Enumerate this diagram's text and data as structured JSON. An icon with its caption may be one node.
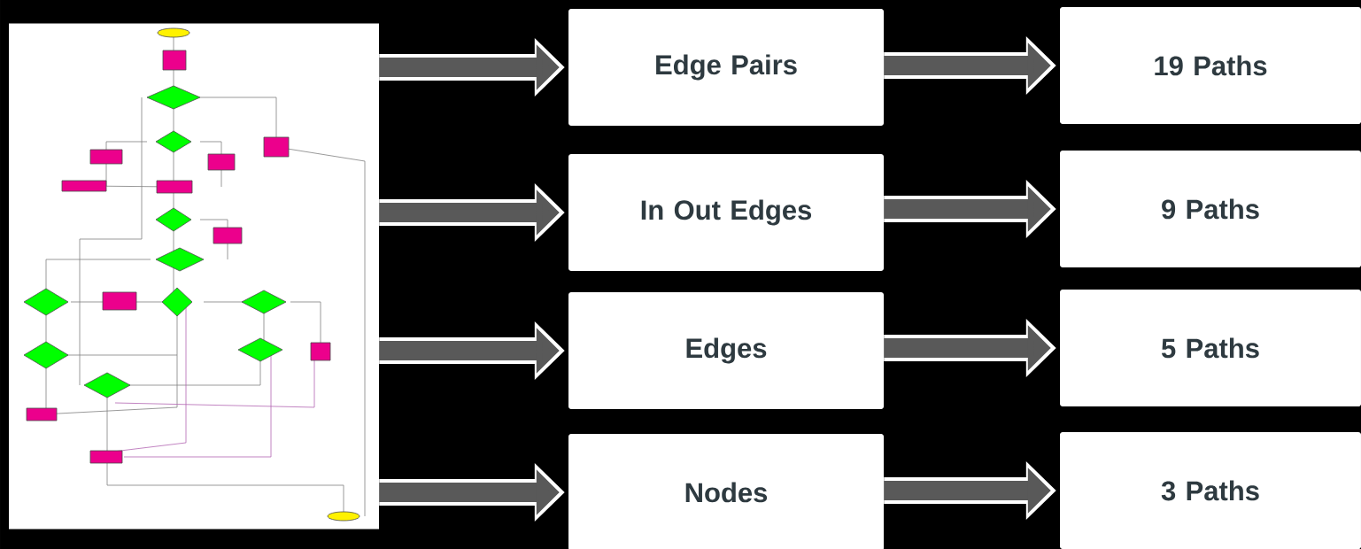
{
  "diagram": {
    "nodes": [
      {
        "text": [],
        "shape": "picture"
      },
      {
        "text": [
          "Edge Pairs"
        ]
      },
      {
        "text": [
          "In Out Edges"
        ]
      },
      {
        "text": [
          "Edges"
        ]
      },
      {
        "text": [
          "Nodes"
        ]
      },
      {
        "text": [
          "19 Paths"
        ]
      },
      {
        "text": [
          "9 Paths"
        ]
      },
      {
        "text": [
          "5 Paths"
        ]
      },
      {
        "text": [
          "3 Paths"
        ]
      }
    ],
    "edges": [
      {
        "from": 0,
        "to": 1,
        "arrow": "to"
      },
      {
        "from": 0,
        "to": 2,
        "arrow": "to"
      },
      {
        "from": 0,
        "to": 3,
        "arrow": "to"
      },
      {
        "from": 0,
        "to": 4,
        "arrow": "to"
      },
      {
        "from": 1,
        "to": 5,
        "arrow": "to"
      },
      {
        "from": 2,
        "to": 6,
        "arrow": "to"
      },
      {
        "from": 3,
        "to": 7,
        "arrow": "to"
      },
      {
        "from": 4,
        "to": 8,
        "arrow": "to"
      }
    ]
  }
}
